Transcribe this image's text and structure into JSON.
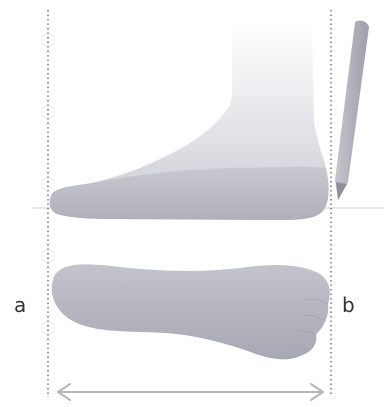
{
  "labels": {
    "left": "a",
    "right": "b"
  },
  "colors": {
    "foot_light": "#f4f4f6",
    "foot_mid": "#c9cad1",
    "foot_dark": "#a9abb6",
    "guide_line": "#555555",
    "floor_line": "#c8c8c8",
    "arrow": "#b4b5bd",
    "pencil": "#a7a8b2"
  },
  "icons": {
    "side_view": "foot-side-view",
    "top_view": "foot-top-view",
    "pencil": "pencil-icon",
    "measure_arrow": "double-arrow-icon"
  }
}
